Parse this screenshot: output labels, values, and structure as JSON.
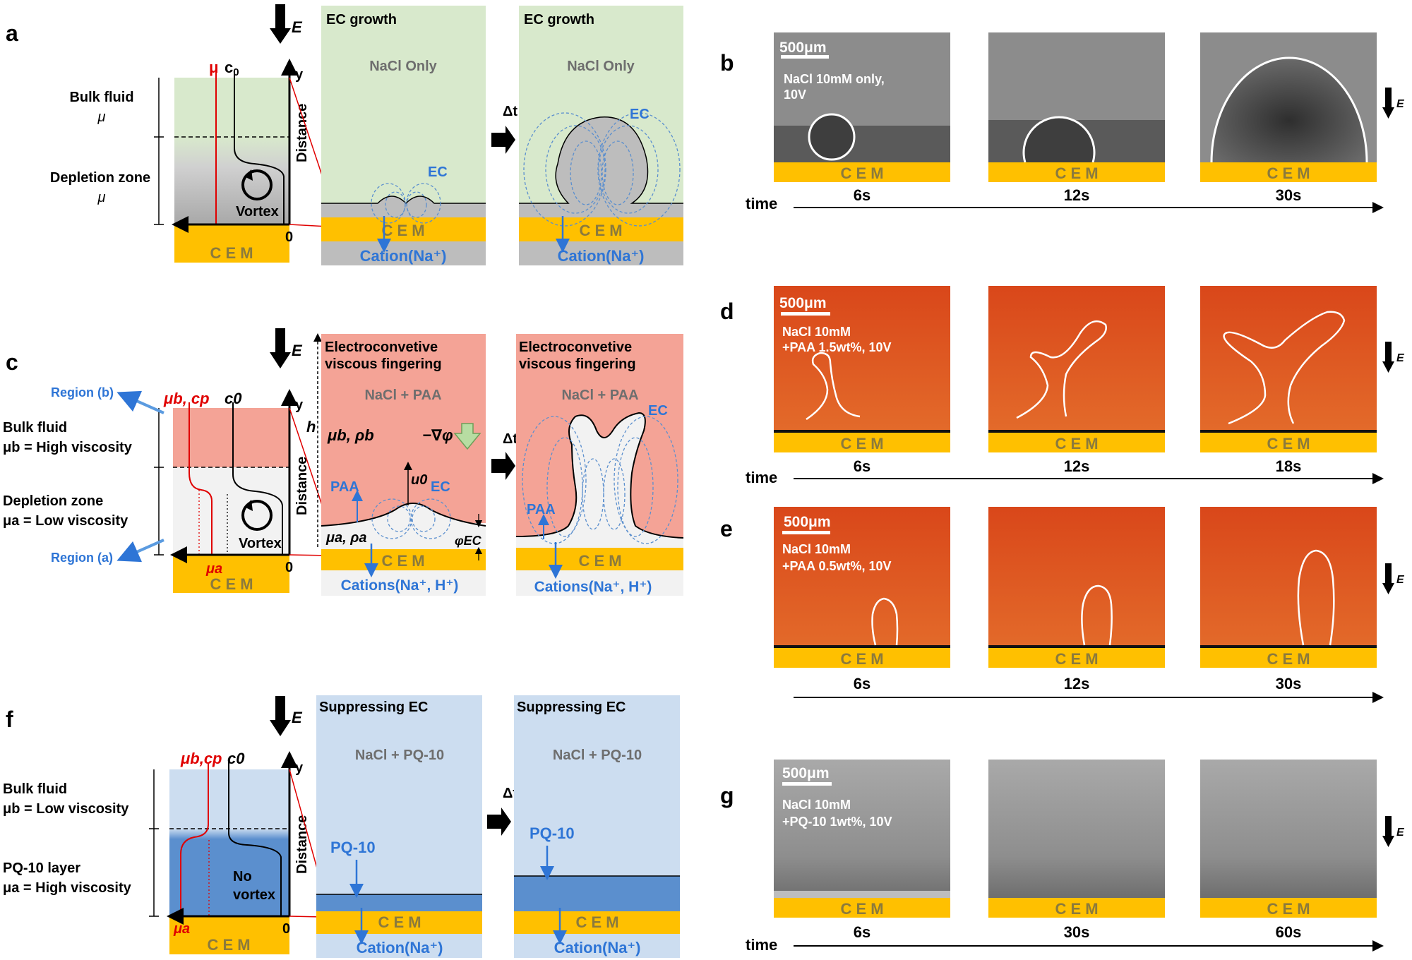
{
  "panels": {
    "a": {
      "letter": "a",
      "e_field": "E",
      "label_mu": "μ",
      "label_c0": "c",
      "label_c0_sub": "0",
      "label_y": "y",
      "label_zero": "0",
      "axis_label": "Distance",
      "bulk_label": "Bulk fluid",
      "bulk_mu": "μ",
      "depletion_label": "Depletion zone",
      "depletion_mu": "μ",
      "vortex": "Vortex",
      "cem": "C E M",
      "growth_title": "EC growth",
      "solution": "NaCl  Only",
      "ec": "EC",
      "cation": "Cation(Na⁺)",
      "delta_t": "Δt"
    },
    "b": {
      "letter": "b",
      "scale": "500μm",
      "condition_line1": "NaCl 10mM only,",
      "condition_line2": "10V",
      "cem": "C E M",
      "times": [
        "6s",
        "12s",
        "30s"
      ],
      "time_label": "time",
      "e_field": "E"
    },
    "c": {
      "letter": "c",
      "e_field": "E",
      "region_b": "Region (b)",
      "region_a": "Region (a)",
      "label_mub_cp": "μb, cp",
      "label_c0": "c0",
      "label_y": "y",
      "label_zero": "0",
      "axis_label": "Distance",
      "label_h": "h",
      "bulk_label": "Bulk fluid",
      "bulk_visc": "μb = High viscosity",
      "depletion_label": "Depletion zone",
      "depletion_visc": "μa = Low viscosity",
      "vortex": "Vortex",
      "mu_a_red": "μa",
      "cem": "C E M",
      "title_line1": "Electroconvetive",
      "title_line2": "viscous fingering",
      "solution": "NaCl + PAA",
      "mu_rho_b": "μb,  ρb",
      "grad_phi": "−∇φ",
      "u0": "u0",
      "paa": "PAA",
      "ec": "EC",
      "mu_rho_a": "μa,  ρa",
      "phi_ec": "φEC",
      "cations": "Cations(Na⁺, H⁺)",
      "delta_t": "Δt"
    },
    "d": {
      "letter": "d",
      "scale": "500μm",
      "condition_line1": "NaCl 10mM",
      "condition_line2": "+PAA 1.5wt%, 10V",
      "cem": "C E M",
      "times": [
        "6s",
        "12s",
        "18s"
      ],
      "time_label": "time",
      "e_field": "E"
    },
    "e": {
      "letter": "e",
      "scale": "500μm",
      "condition_line1": "NaCl 10mM",
      "condition_line2": "+PAA 0.5wt%, 10V",
      "cem": "C E M",
      "times": [
        "6s",
        "12s",
        "30s"
      ],
      "e_field": "E"
    },
    "f": {
      "letter": "f",
      "e_field": "E",
      "label_mub_cp": "μb,cp",
      "label_c0": "c0",
      "label_y": "y",
      "label_zero": "0",
      "axis_label": "Distance",
      "bulk_label": "Bulk fluid",
      "bulk_visc": "μb = Low viscosity",
      "layer_label": "PQ-10 layer",
      "layer_visc": "μa = High viscosity",
      "no_vortex_line1": "No",
      "no_vortex_line2": "vortex",
      "mu_a_red": "μa",
      "cem": "C E M",
      "title": "Suppressing EC",
      "solution": "NaCl + PQ-10",
      "pq10": "PQ-10",
      "cation": "Cation(Na⁺)",
      "delta_t": "Δt"
    },
    "g": {
      "letter": "g",
      "scale": "500μm",
      "condition_line1": "NaCl 10mM",
      "condition_line2": "+PQ-10 1wt%, 10V",
      "cem": "C E M",
      "times": [
        "6s",
        "30s",
        "60s"
      ],
      "time_label": "time",
      "e_field": "E"
    }
  },
  "colors": {
    "cem": "#FFC000",
    "cem_text": "#8B7A3C",
    "green_bg": "#D8E9CC",
    "red_bg": "#F4A396",
    "blue_bg": "#CCDDF0",
    "blue_layer": "#5B8FCE",
    "accent_blue": "#2E75D6",
    "red_line": "#E00000",
    "grey_img": "#8C8C8C",
    "orange_img": "#E0561E"
  }
}
